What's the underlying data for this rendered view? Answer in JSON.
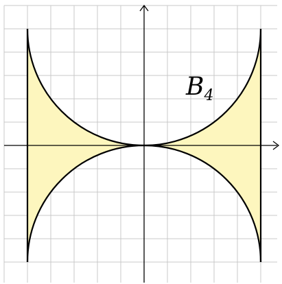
{
  "figure": {
    "label_main": "B",
    "label_sub": "4"
  },
  "colors": {
    "grid": "#c8c8c8",
    "axis": "#000000",
    "curve": "#000000",
    "fill": "#fdf6be",
    "background": "#ffffff"
  },
  "region": {
    "description_shape": "region between two circular arcs bulging toward the center, bounded by vertical lines",
    "x_range": [
      -5,
      5
    ],
    "y_range": [
      -5,
      5
    ],
    "arc_radius": 5
  }
}
